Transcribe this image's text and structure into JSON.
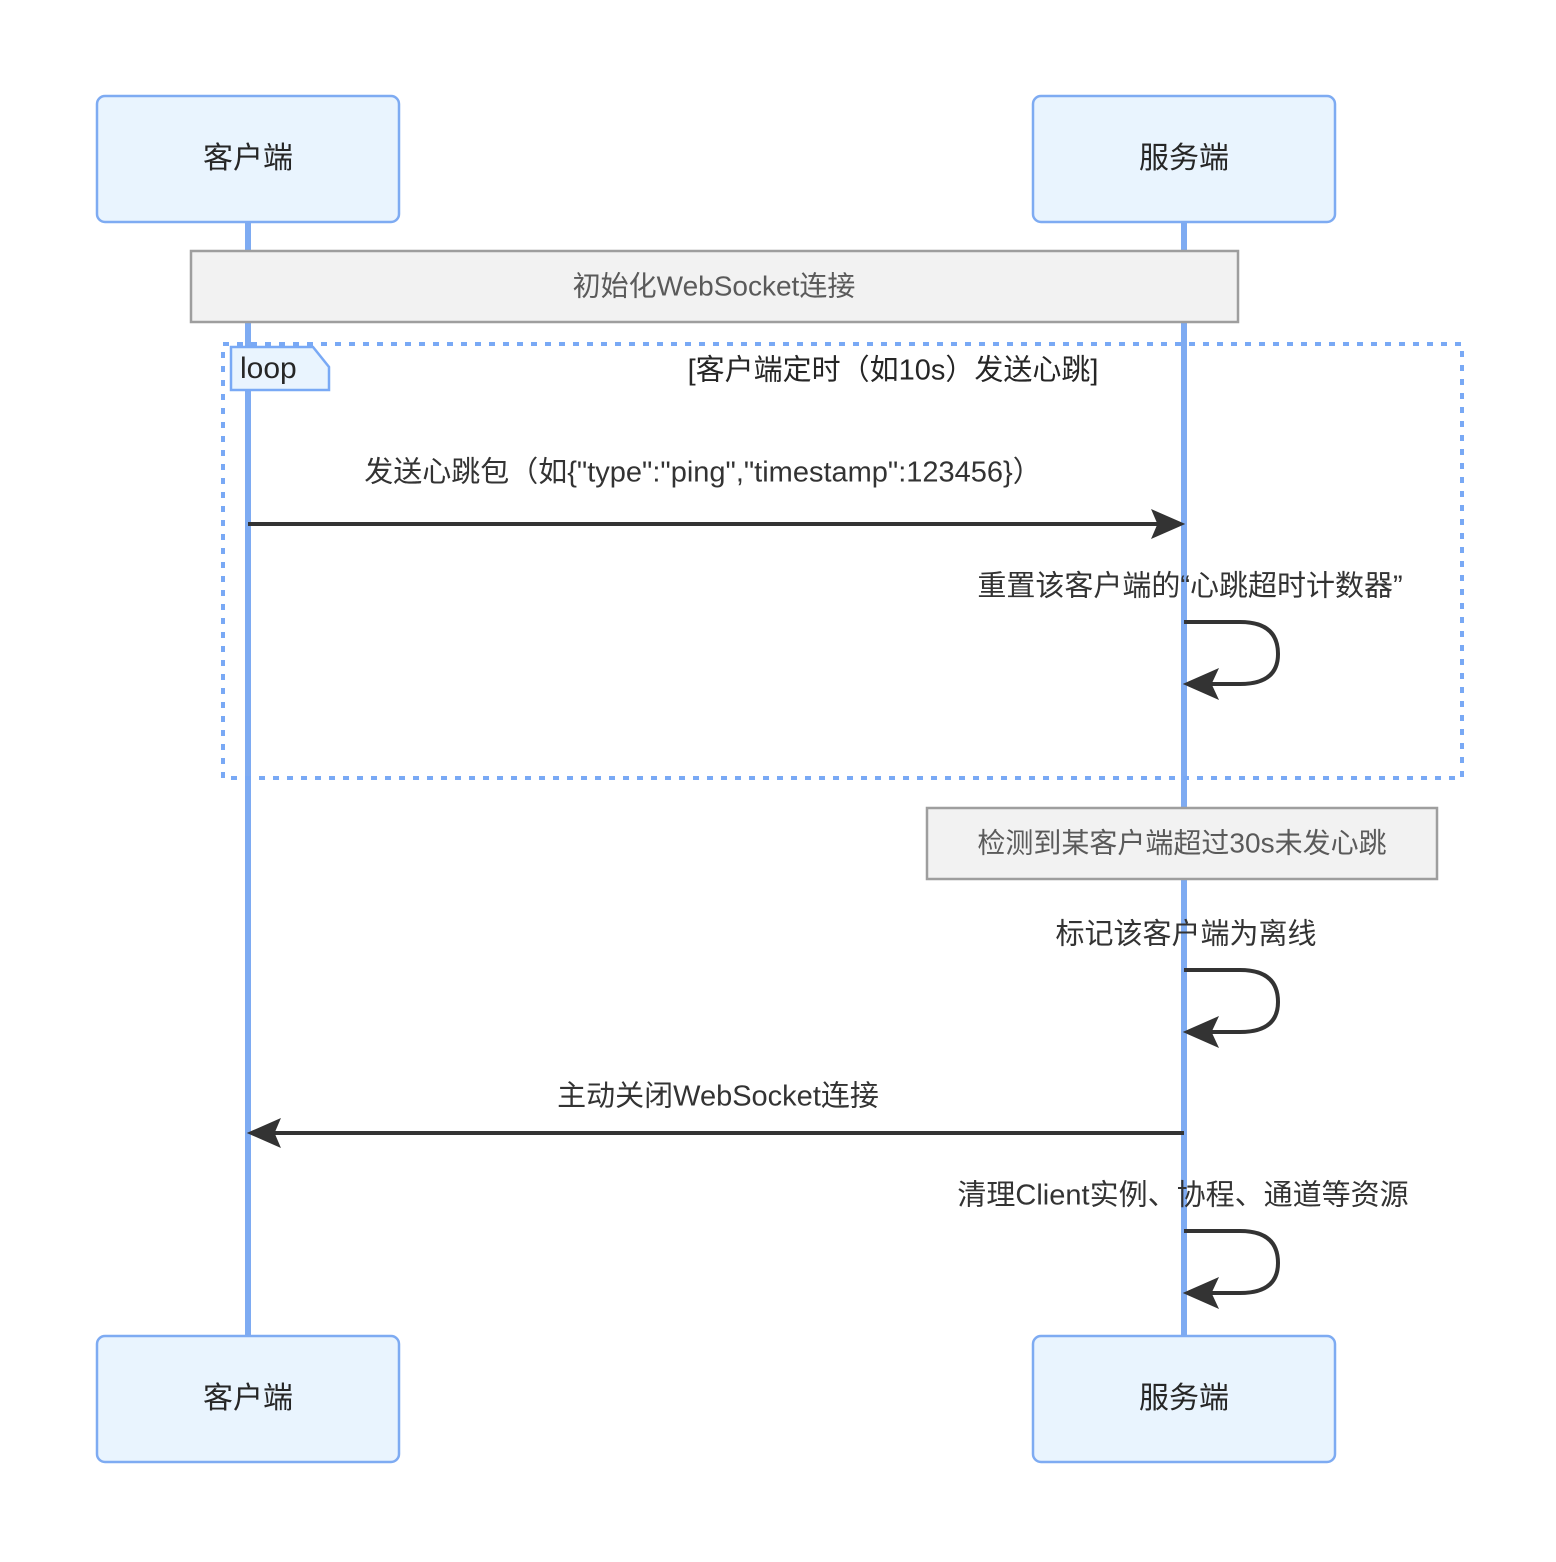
{
  "diagram": {
    "type": "sequence-diagram",
    "colors": {
      "actor_fill": "#E9F4FE",
      "actor_stroke": "#7EABF2",
      "lifeline": "#7EABF2",
      "note_fill": "#F2F2F2",
      "note_stroke": "#9E9E9E",
      "loop_stroke": "#79A9F5",
      "message_stroke": "#333333",
      "text": "#262626",
      "note_text": "#5A5A5A",
      "background": "#FFFFFF"
    },
    "participants": [
      {
        "id": "client",
        "label": "客户端"
      },
      {
        "id": "server",
        "label": "服务端"
      }
    ],
    "participants_bottom": [
      {
        "id": "client",
        "label": "客户端"
      },
      {
        "id": "server",
        "label": "服务端"
      }
    ],
    "notes": [
      {
        "id": "note-init",
        "text": "初始化WebSocket连接",
        "span": "client-to-server"
      },
      {
        "id": "note-timeout",
        "text": "检测到某客户端超过30s未发心跳",
        "span": "server"
      }
    ],
    "fragments": [
      {
        "id": "loop-heartbeat",
        "kind": "loop",
        "tag": "loop",
        "condition": "[客户端定时（如10s）发送心跳]"
      }
    ],
    "messages": [
      {
        "id": "msg-send-heartbeat",
        "text": "发送心跳包（如{\"type\":\"ping\",\"timestamp\":123456}）",
        "from": "client",
        "to": "server",
        "kind": "solid-arrow",
        "direction": "right"
      },
      {
        "id": "msg-reset-counter",
        "text": "重置该客户端的“心跳超时计数器”",
        "from": "server",
        "to": "server",
        "kind": "self-loop",
        "direction": "self"
      },
      {
        "id": "msg-mark-offline",
        "text": "标记该客户端为离线",
        "from": "server",
        "to": "server",
        "kind": "self-loop",
        "direction": "self"
      },
      {
        "id": "msg-close-connection",
        "text": "主动关闭WebSocket连接",
        "from": "server",
        "to": "client",
        "kind": "solid-arrow",
        "direction": "left"
      },
      {
        "id": "msg-cleanup",
        "text": "清理Client实例、协程、通道等资源",
        "from": "server",
        "to": "server",
        "kind": "self-loop",
        "direction": "self"
      }
    ]
  }
}
